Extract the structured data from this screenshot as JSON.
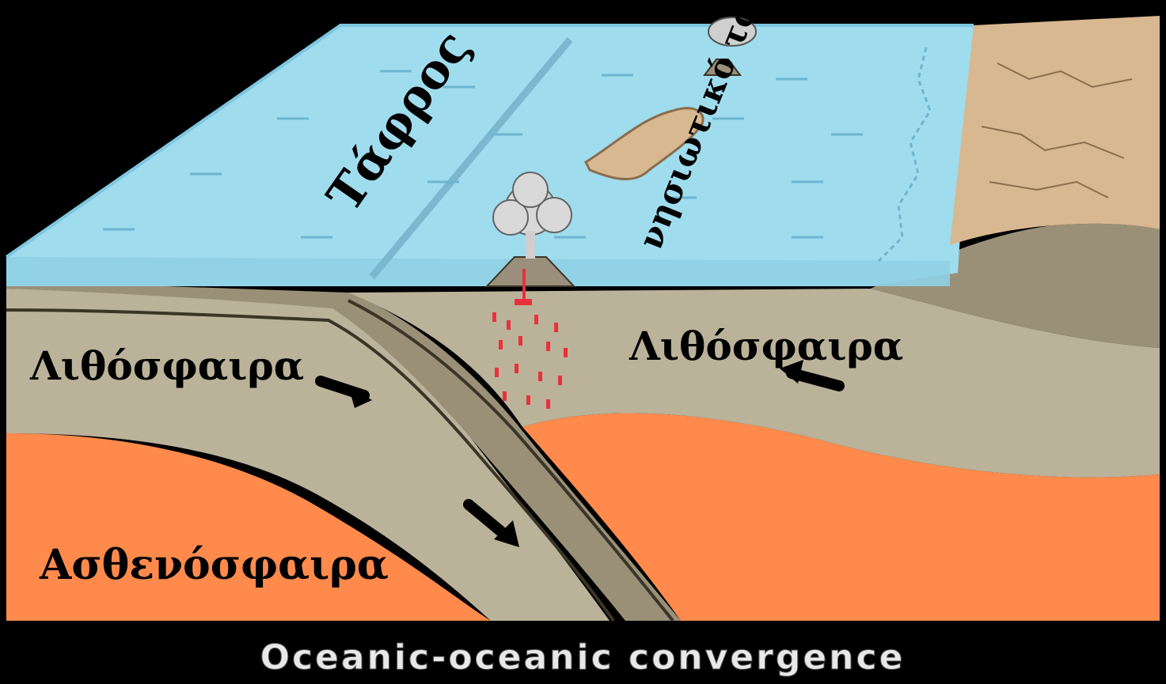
{
  "labels": {
    "trench": "Τάφρος",
    "island_arc": "νησιωτικό τόξο",
    "lithosphere_left": "Λιθόσφαιρα",
    "lithosphere_right": "Λιθόσφαιρα",
    "asthenosphere": "Ασθενόσφαιρα"
  },
  "caption": "Oceanic-oceanic convergence",
  "colors": {
    "background": "#000000",
    "ocean": "#9fdcee",
    "ocean_edge": "#7ec6e0",
    "lithosphere": "#bbb29a",
    "plate_band": "#9a9077",
    "asthenosphere": "#ff8a4c",
    "land": "#d8b890",
    "magma": "#e8313c",
    "caption_text": "#e8e8e8"
  },
  "icons": [
    "volcano-icon",
    "ash-cloud-icon",
    "arrow-icon"
  ]
}
